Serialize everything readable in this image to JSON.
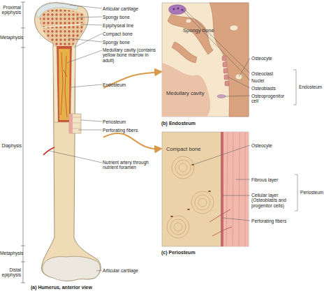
{
  "diagram": {
    "nodes": [
      {
        "text": [
          "(a) Humerus, anterior view"
        ]
      },
      {
        "text": [
          "(b) Endosteum"
        ]
      },
      {
        "text": [
          "(c) Periosteum"
        ]
      }
    ],
    "edges": [
      {
        "from": 0,
        "to": 1,
        "arrow": "to"
      },
      {
        "from": 0,
        "to": 2,
        "arrow": "to"
      }
    ],
    "labels": [
      "Proximal epiphysis",
      "Metaphysis",
      "Diaphysis",
      "Metaphysis",
      "Distal epiphysis",
      "Articular cartilage",
      "Spongy bone",
      "Epiphyseal line",
      "Compact bone",
      "Spongy bone",
      "Medullary cavity (contains yellow bone marrow in adult)",
      "Endosteum",
      "Periosteum",
      "Perforating fibers",
      "Nutrient artery through nutrient foramen",
      "Articular cartilage",
      "Spongy bone",
      "Medullary cavity",
      "Osteocyte",
      "Osteoclast",
      "Nuclei",
      "Osteoblasts",
      "Osteoprogenitor cell",
      "Endosteum",
      "Compact bone",
      "Osteocyte",
      "Fibrous layer",
      "Cellular layer (Osteoblasts and progenitor cells)",
      "Periosteum",
      "Perforating fibers"
    ]
  }
}
